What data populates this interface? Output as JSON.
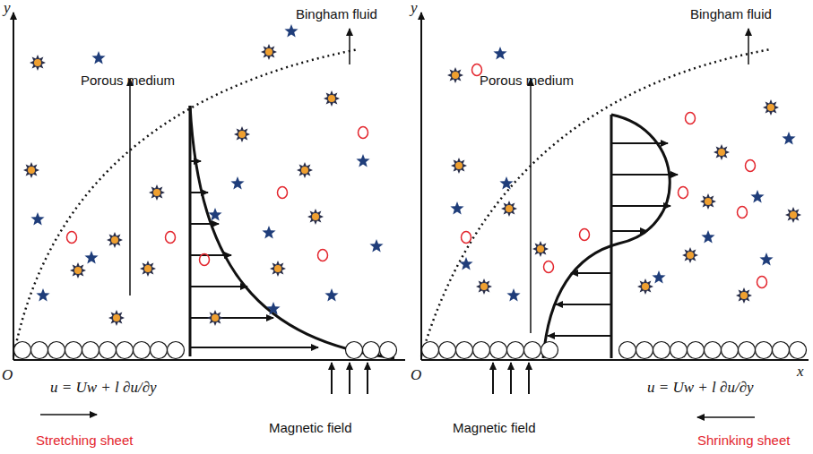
{
  "diagram": {
    "labels": [
      "y",
      "Bingham fluid",
      "Porous medium",
      "O",
      "u = Uw + l ∂u/∂y",
      "Magnetic field",
      "Stretching sheet",
      "y",
      "Bingham fluid",
      "Porous medium",
      "O",
      "x",
      "Magnetic field",
      "u = Uw + l ∂u/∂y",
      "Shrinking sheet"
    ]
  }
}
